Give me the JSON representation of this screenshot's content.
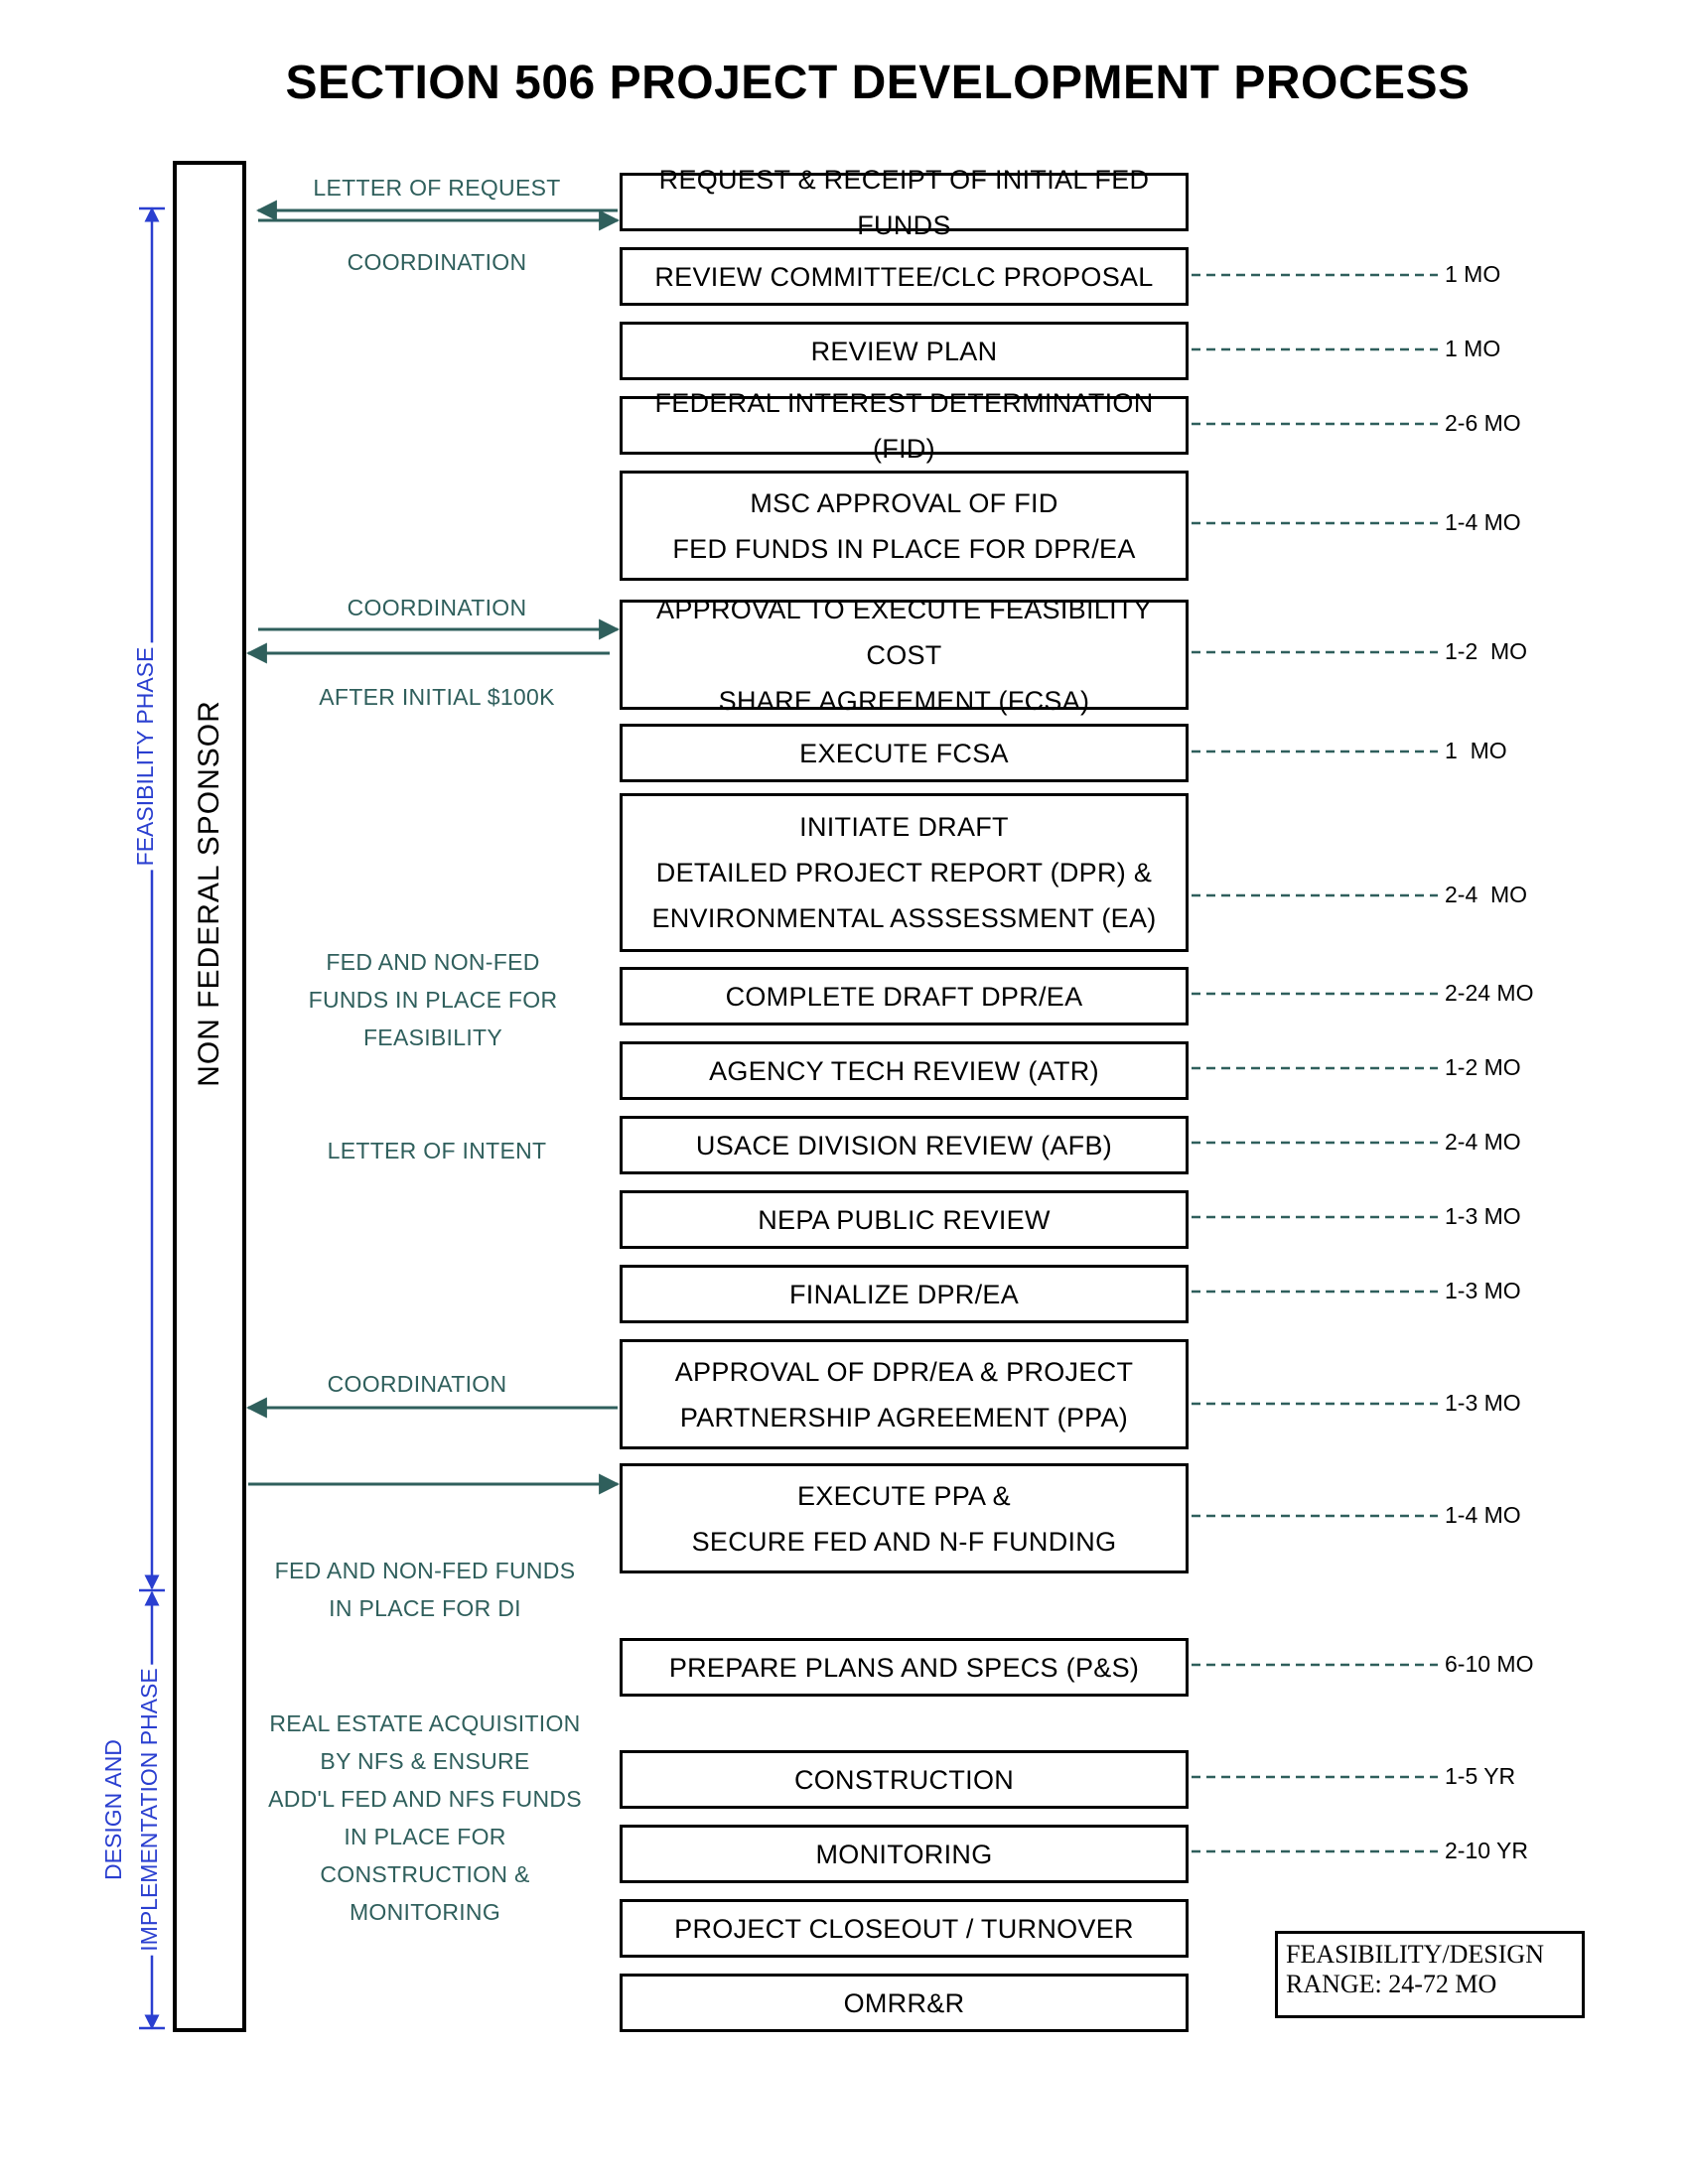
{
  "title": "SECTION 506 PROJECT DEVELOPMENT PROCESS",
  "sponsor_label": "NON FEDERAL SPONSOR",
  "phases": {
    "feasibility": "FEASIBILITY PHASE",
    "design_line1": "DESIGN AND",
    "design_line2": "IMPLEMENTATION PHASE"
  },
  "steps": [
    {
      "lines": [
        "REQUEST & RECEIPT OF INITIAL FED FUNDS"
      ],
      "duration": ""
    },
    {
      "lines": [
        "REVIEW COMMITTEE/CLC PROPOSAL"
      ],
      "duration": "1 MO"
    },
    {
      "lines": [
        "REVIEW PLAN"
      ],
      "duration": "1 MO"
    },
    {
      "lines": [
        "FEDERAL INTEREST DETERMINATION (FID)"
      ],
      "duration": "2-6 MO"
    },
    {
      "lines": [
        "MSC APPROVAL OF FID",
        "FED FUNDS IN PLACE FOR DPR/EA"
      ],
      "duration": "1-4 MO"
    },
    {
      "lines": [
        "APPROVAL TO EXECUTE FEASIBILITY COST",
        "SHARE AGREEMENT (FCSA)"
      ],
      "duration": "1-2  MO"
    },
    {
      "lines": [
        "EXECUTE FCSA"
      ],
      "duration": "1  MO"
    },
    {
      "lines": [
        "INITIATE DRAFT",
        "DETAILED PROJECT REPORT (DPR) &",
        "ENVIRONMENTAL ASSSESSMENT (EA)"
      ],
      "duration": "2-4  MO"
    },
    {
      "lines": [
        "COMPLETE DRAFT DPR/EA"
      ],
      "duration": "2-24 MO"
    },
    {
      "lines": [
        "AGENCY TECH REVIEW (ATR)"
      ],
      "duration": "1-2 MO"
    },
    {
      "lines": [
        "USACE DIVISION REVIEW (AFB)"
      ],
      "duration": "2-4 MO"
    },
    {
      "lines": [
        "NEPA PUBLIC REVIEW"
      ],
      "duration": "1-3 MO"
    },
    {
      "lines": [
        "FINALIZE DPR/EA"
      ],
      "duration": "1-3 MO"
    },
    {
      "lines": [
        "APPROVAL OF DPR/EA & PROJECT",
        "PARTNERSHIP AGREEMENT (PPA)"
      ],
      "duration": "1-3 MO"
    },
    {
      "lines": [
        "EXECUTE PPA &",
        "SECURE FED AND N-F FUNDING"
      ],
      "duration": "1-4 MO"
    },
    {
      "lines": [
        "PREPARE PLANS AND SPECS (P&S)"
      ],
      "duration": "6-10 MO"
    },
    {
      "lines": [
        "CONSTRUCTION"
      ],
      "duration": "1-5 YR"
    },
    {
      "lines": [
        "MONITORING"
      ],
      "duration": "2-10 YR"
    },
    {
      "lines": [
        "PROJECT CLOSEOUT / TURNOVER"
      ],
      "duration": ""
    },
    {
      "lines": [
        "OMRR&R"
      ],
      "duration": ""
    }
  ],
  "side_notes": [
    {
      "lines": [
        "LETTER OF REQUEST"
      ]
    },
    {
      "lines": [
        "COORDINATION"
      ]
    },
    {
      "lines": [
        "COORDINATION"
      ]
    },
    {
      "lines": [
        "AFTER INITIAL $100K"
      ]
    },
    {
      "lines": [
        "FED AND NON-FED",
        "FUNDS IN PLACE FOR",
        "FEASIBILITY"
      ]
    },
    {
      "lines": [
        "LETTER OF INTENT"
      ]
    },
    {
      "lines": [
        "COORDINATION"
      ]
    },
    {
      "lines": [
        "FED AND NON-FED FUNDS",
        "IN PLACE FOR DI"
      ]
    },
    {
      "lines": [
        "REAL ESTATE ACQUISITION",
        "BY NFS & ENSURE",
        "ADD'L FED AND NFS FUNDS",
        "IN PLACE FOR",
        "CONSTRUCTION  &",
        "MONITORING"
      ]
    }
  ],
  "range_box": {
    "line1": "FEASIBILITY/DESIGN",
    "line2": "RANGE:  24-72 MO"
  },
  "colors": {
    "note_text": "#2f5f5c",
    "arrow": "#2f5f5c",
    "phase": "#2a3fd0"
  }
}
